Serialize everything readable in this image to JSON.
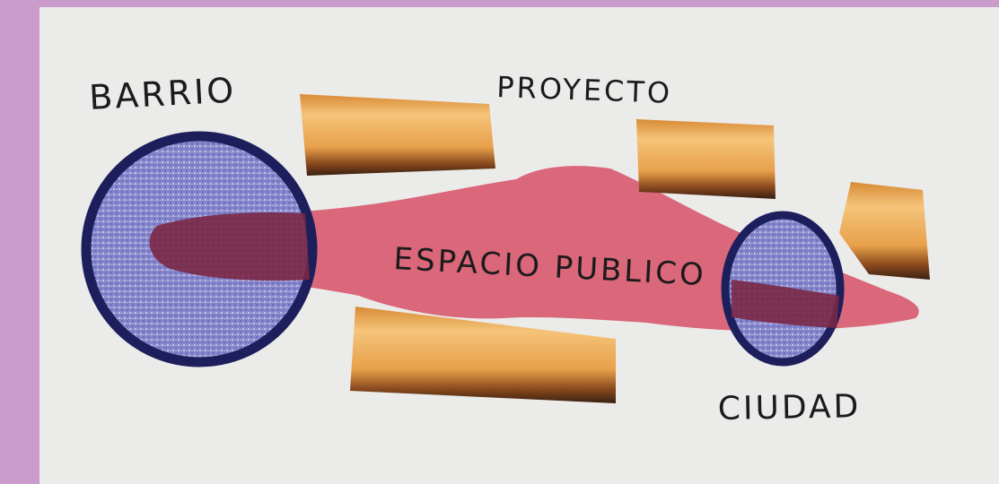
{
  "colors": {
    "frame": "#c99ccc",
    "paper": "#ebebea",
    "public_space": "#d7546a",
    "neighborhood_fill": "#8080c8",
    "ring": "#1d1e5c",
    "blocks": "#e8a852",
    "ink": "#1b1b1b"
  },
  "labels": {
    "barrio": "BARRIO",
    "proyecto": "PROYECTO",
    "espacio_publico": "ESPACIO PUBLICO",
    "ciudad": "CIUDAD"
  }
}
